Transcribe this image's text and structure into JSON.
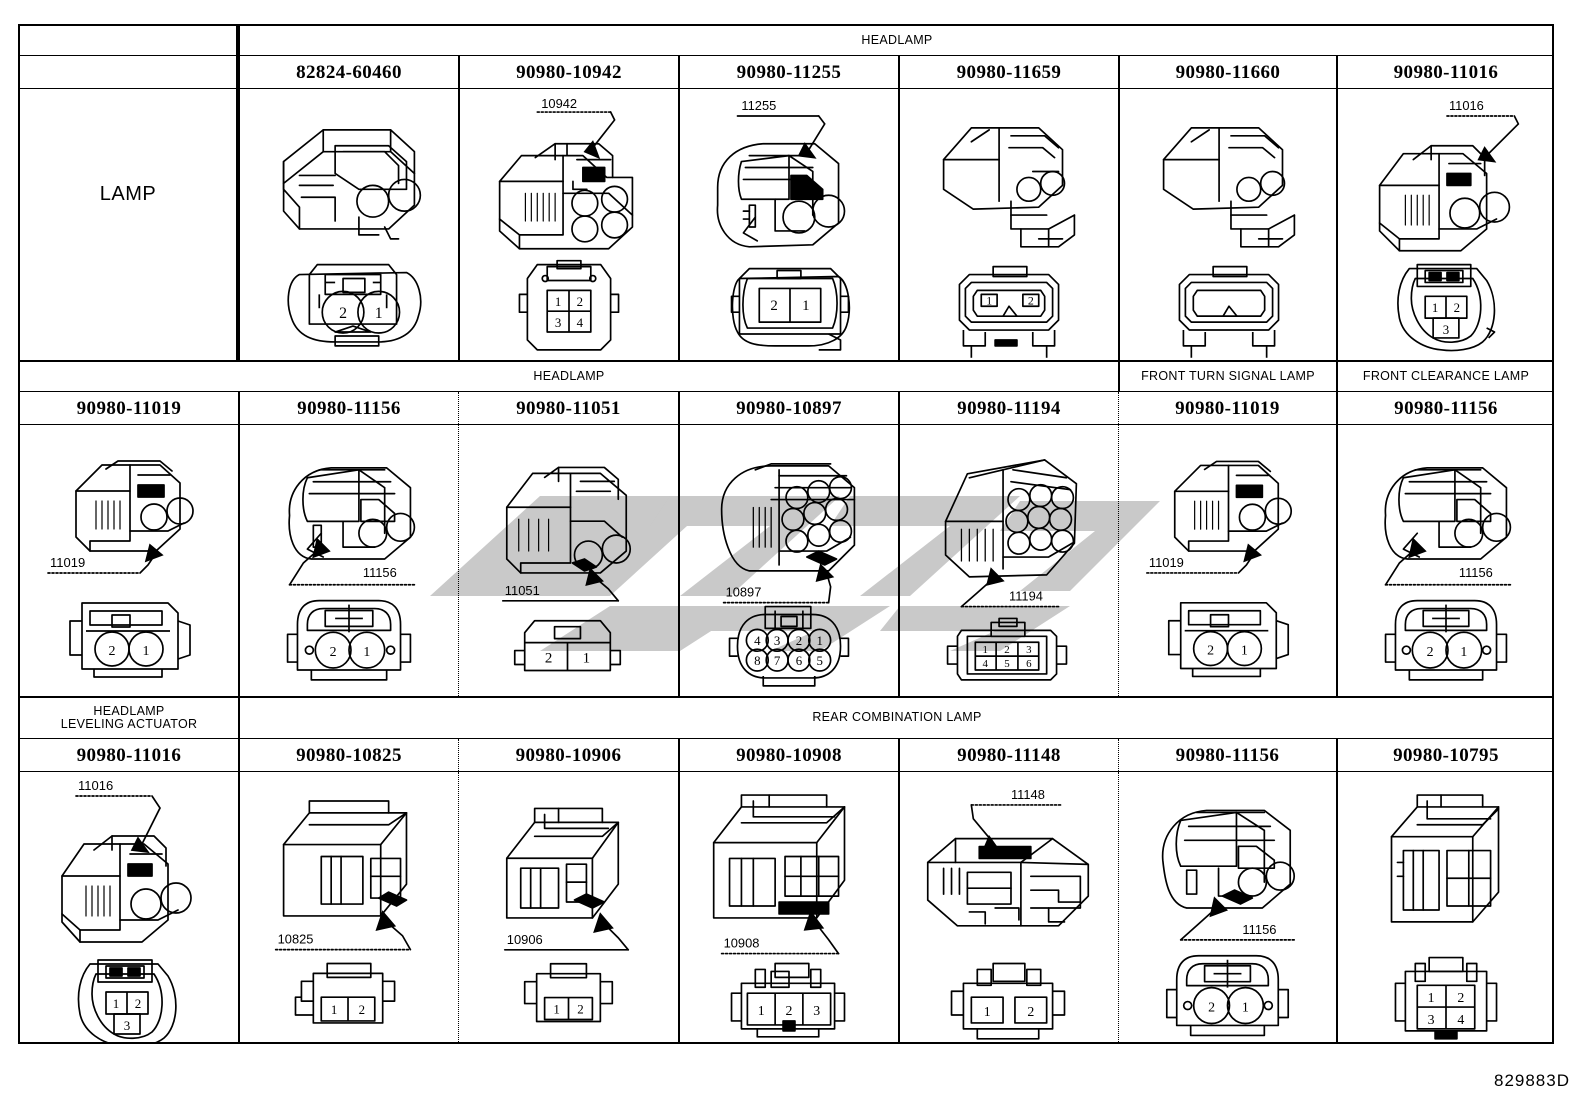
{
  "sheet": {
    "drawing_number": "829883D",
    "row_label": "LAMP",
    "watermark_color": "#c9c9c9"
  },
  "rows": [
    {
      "groups": [
        {
          "label": "HEADLAMP",
          "span": 6
        }
      ],
      "cells": [
        {
          "part_number": "82824-60460",
          "callout": "",
          "pins": [
            "2",
            "1"
          ],
          "pin_layout": "round-2"
        },
        {
          "part_number": "90980-10942",
          "callout": "10942",
          "pins": [
            "1",
            "2",
            "3",
            "4"
          ],
          "pin_layout": "square-4"
        },
        {
          "part_number": "90980-11255",
          "callout": "11255",
          "pins": [
            "2",
            "1"
          ],
          "pin_layout": "square-2"
        },
        {
          "part_number": "90980-11659",
          "callout": "",
          "pins": [
            "1",
            "2"
          ],
          "pin_layout": "oval-2"
        },
        {
          "part_number": "90980-11660",
          "callout": "",
          "pins": [
            "",
            ""
          ],
          "pin_layout": "oval-2-blank"
        },
        {
          "part_number": "90980-11016",
          "callout": "11016",
          "pins": [
            "1",
            "2",
            "3"
          ],
          "pin_layout": "tri-3"
        }
      ]
    },
    {
      "groups": [
        {
          "label": "HEADLAMP",
          "span": 5
        },
        {
          "label": "FRONT TURN SIGNAL LAMP",
          "span": 1
        },
        {
          "label": "FRONT CLEARANCE LAMP",
          "span": 1
        }
      ],
      "cells": [
        {
          "part_number": "90980-11019",
          "callout": "11019",
          "pins": [
            "2",
            "1"
          ],
          "pin_layout": "round-2"
        },
        {
          "part_number": "90980-11156",
          "callout": "11156",
          "pins": [
            "2",
            "1"
          ],
          "pin_layout": "round-2-wide"
        },
        {
          "part_number": "90980-11051",
          "callout": "11051",
          "pins": [
            "2",
            "1"
          ],
          "pin_layout": "square-2"
        },
        {
          "part_number": "90980-10897",
          "callout": "10897",
          "pins": [
            "4",
            "3",
            "2",
            "1",
            "8",
            "7",
            "6",
            "5"
          ],
          "pin_layout": "round-8"
        },
        {
          "part_number": "90980-11194",
          "callout": "11194",
          "pins": [
            "1",
            "2",
            "3",
            "4",
            "5",
            "6"
          ],
          "pin_layout": "square-6"
        },
        {
          "part_number": "90980-11019",
          "callout": "11019",
          "pins": [
            "2",
            "1"
          ],
          "pin_layout": "round-2"
        },
        {
          "part_number": "90980-11156",
          "callout": "11156",
          "pins": [
            "2",
            "1"
          ],
          "pin_layout": "round-2-wide"
        }
      ]
    },
    {
      "groups": [
        {
          "label": "HEADLAMP\nLEVELING ACTUATOR",
          "span": 1
        },
        {
          "label": "REAR COMBINATION LAMP",
          "span": 6
        }
      ],
      "cells": [
        {
          "part_number": "90980-11016",
          "callout": "11016",
          "pins": [
            "1",
            "2",
            "3"
          ],
          "pin_layout": "tri-3"
        },
        {
          "part_number": "90980-10825",
          "callout": "10825",
          "pins": [
            "1",
            "2"
          ],
          "pin_layout": "square-2"
        },
        {
          "part_number": "90980-10906",
          "callout": "10906",
          "pins": [
            "1",
            "2"
          ],
          "pin_layout": "square-2"
        },
        {
          "part_number": "90980-10908",
          "callout": "10908",
          "pins": [
            "1",
            "2",
            "3"
          ],
          "pin_layout": "square-3"
        },
        {
          "part_number": "90980-11148",
          "callout": "11148",
          "pins": [
            "1",
            "2"
          ],
          "pin_layout": "square-2-split"
        },
        {
          "part_number": "90980-11156",
          "callout": "11156",
          "pins": [
            "2",
            "1"
          ],
          "pin_layout": "round-2-wide"
        },
        {
          "part_number": "90980-10795",
          "callout": "",
          "pins": [
            "1",
            "2",
            "3",
            "4"
          ],
          "pin_layout": "square-4"
        }
      ]
    }
  ]
}
